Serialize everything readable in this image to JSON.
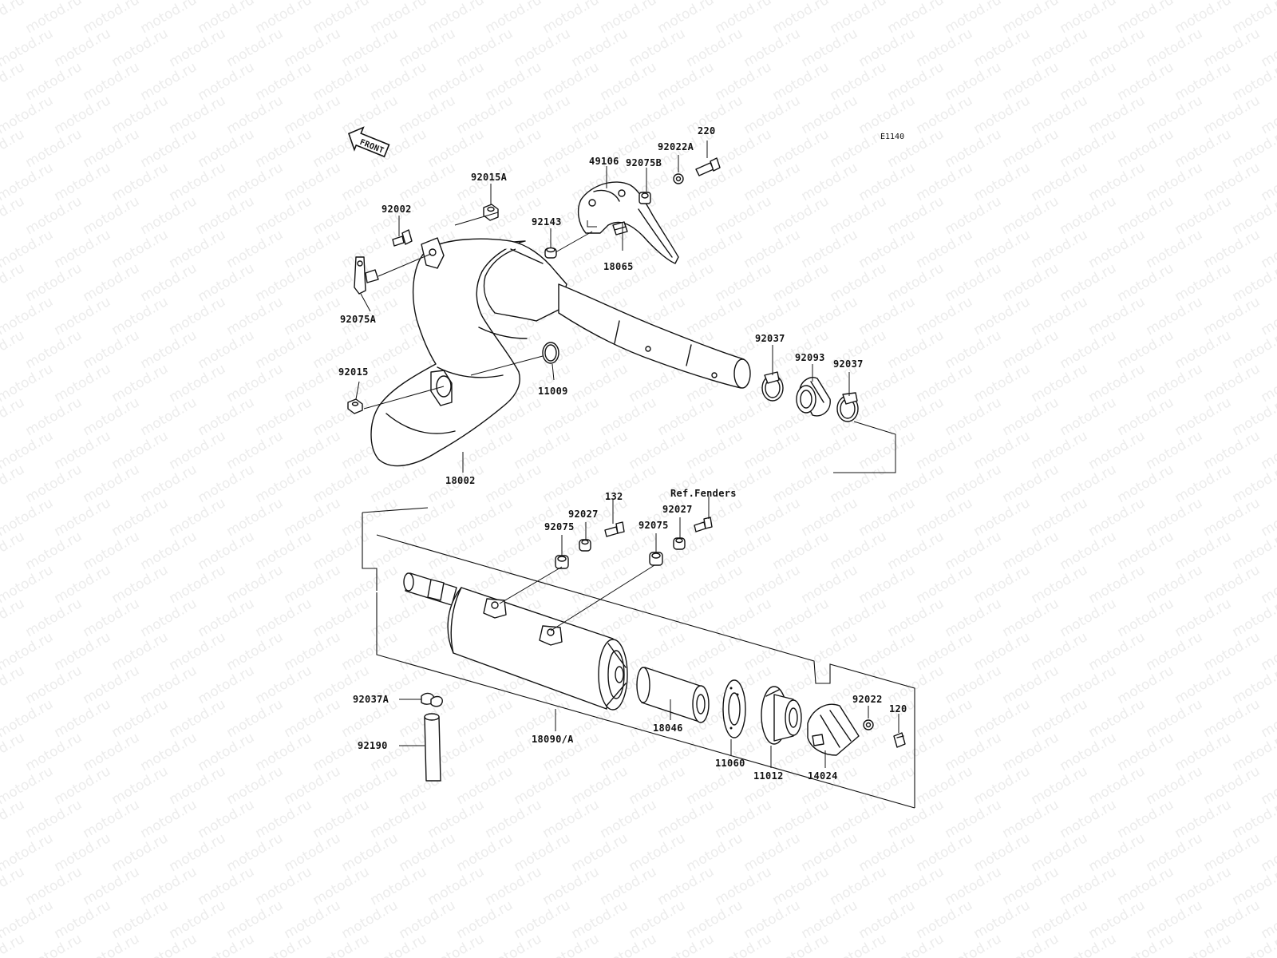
{
  "diagram_id": "E1140",
  "watermark": "motod.ru",
  "front_label": "FRONT",
  "labels": {
    "p220": "220",
    "p92022A": "92022A",
    "p49106": "49106",
    "p92075B": "92075B",
    "p92015A": "92015A",
    "p92002": "92002",
    "p92143": "92143",
    "p18065": "18065",
    "p92075A": "92075A",
    "p92037_left": "92037",
    "p92093": "92093",
    "p92037_right": "92037",
    "p92015": "92015",
    "p11009": "11009",
    "p18002": "18002",
    "ref_fenders": "Ref.Fenders",
    "p132": "132",
    "p92027_a": "92027",
    "p92027_b": "92027",
    "p92075_a": "92075",
    "p92075_b": "92075",
    "p92037A": "92037A",
    "p92190": "92190",
    "p18090A": "18090/A",
    "p18046": "18046",
    "p11060": "11060",
    "p11012": "11012",
    "p14024": "14024",
    "p92022": "92022",
    "p120": "120"
  }
}
